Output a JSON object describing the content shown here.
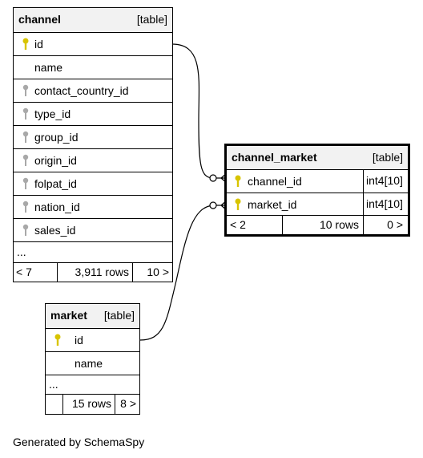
{
  "channel": {
    "name": "channel",
    "kind": "[table]",
    "columns": [
      {
        "name": "id",
        "key": "primary"
      },
      {
        "name": "name",
        "key": "none"
      },
      {
        "name": "contact_country_id",
        "key": "foreign"
      },
      {
        "name": "type_id",
        "key": "foreign"
      },
      {
        "name": "group_id",
        "key": "foreign"
      },
      {
        "name": "origin_id",
        "key": "foreign"
      },
      {
        "name": "folpat_id",
        "key": "foreign"
      },
      {
        "name": "nation_id",
        "key": "foreign"
      },
      {
        "name": "sales_id",
        "key": "foreign"
      }
    ],
    "ellipsis": "...",
    "parents": "< 7",
    "rows": "3,911 rows",
    "children": "10 >"
  },
  "channel_market": {
    "name": "channel_market",
    "kind": "[table]",
    "columns": [
      {
        "name": "channel_id",
        "key": "primary",
        "type": "int4[10]"
      },
      {
        "name": "market_id",
        "key": "primary",
        "type": "int4[10]"
      }
    ],
    "parents": "< 2",
    "rows": "10 rows",
    "children": "0 >"
  },
  "market": {
    "name": "market",
    "kind": "[table]",
    "columns": [
      {
        "name": "id",
        "key": "primary"
      },
      {
        "name": "name",
        "key": "none"
      }
    ],
    "ellipsis": "...",
    "parents": "",
    "rows": "15 rows",
    "children": "8 >"
  },
  "footer": "Generated by SchemaSpy",
  "colors": {
    "primary_key": "#d8c400",
    "foreign_key": "#a8a8a8",
    "header_bg": "#f2f2f2"
  }
}
